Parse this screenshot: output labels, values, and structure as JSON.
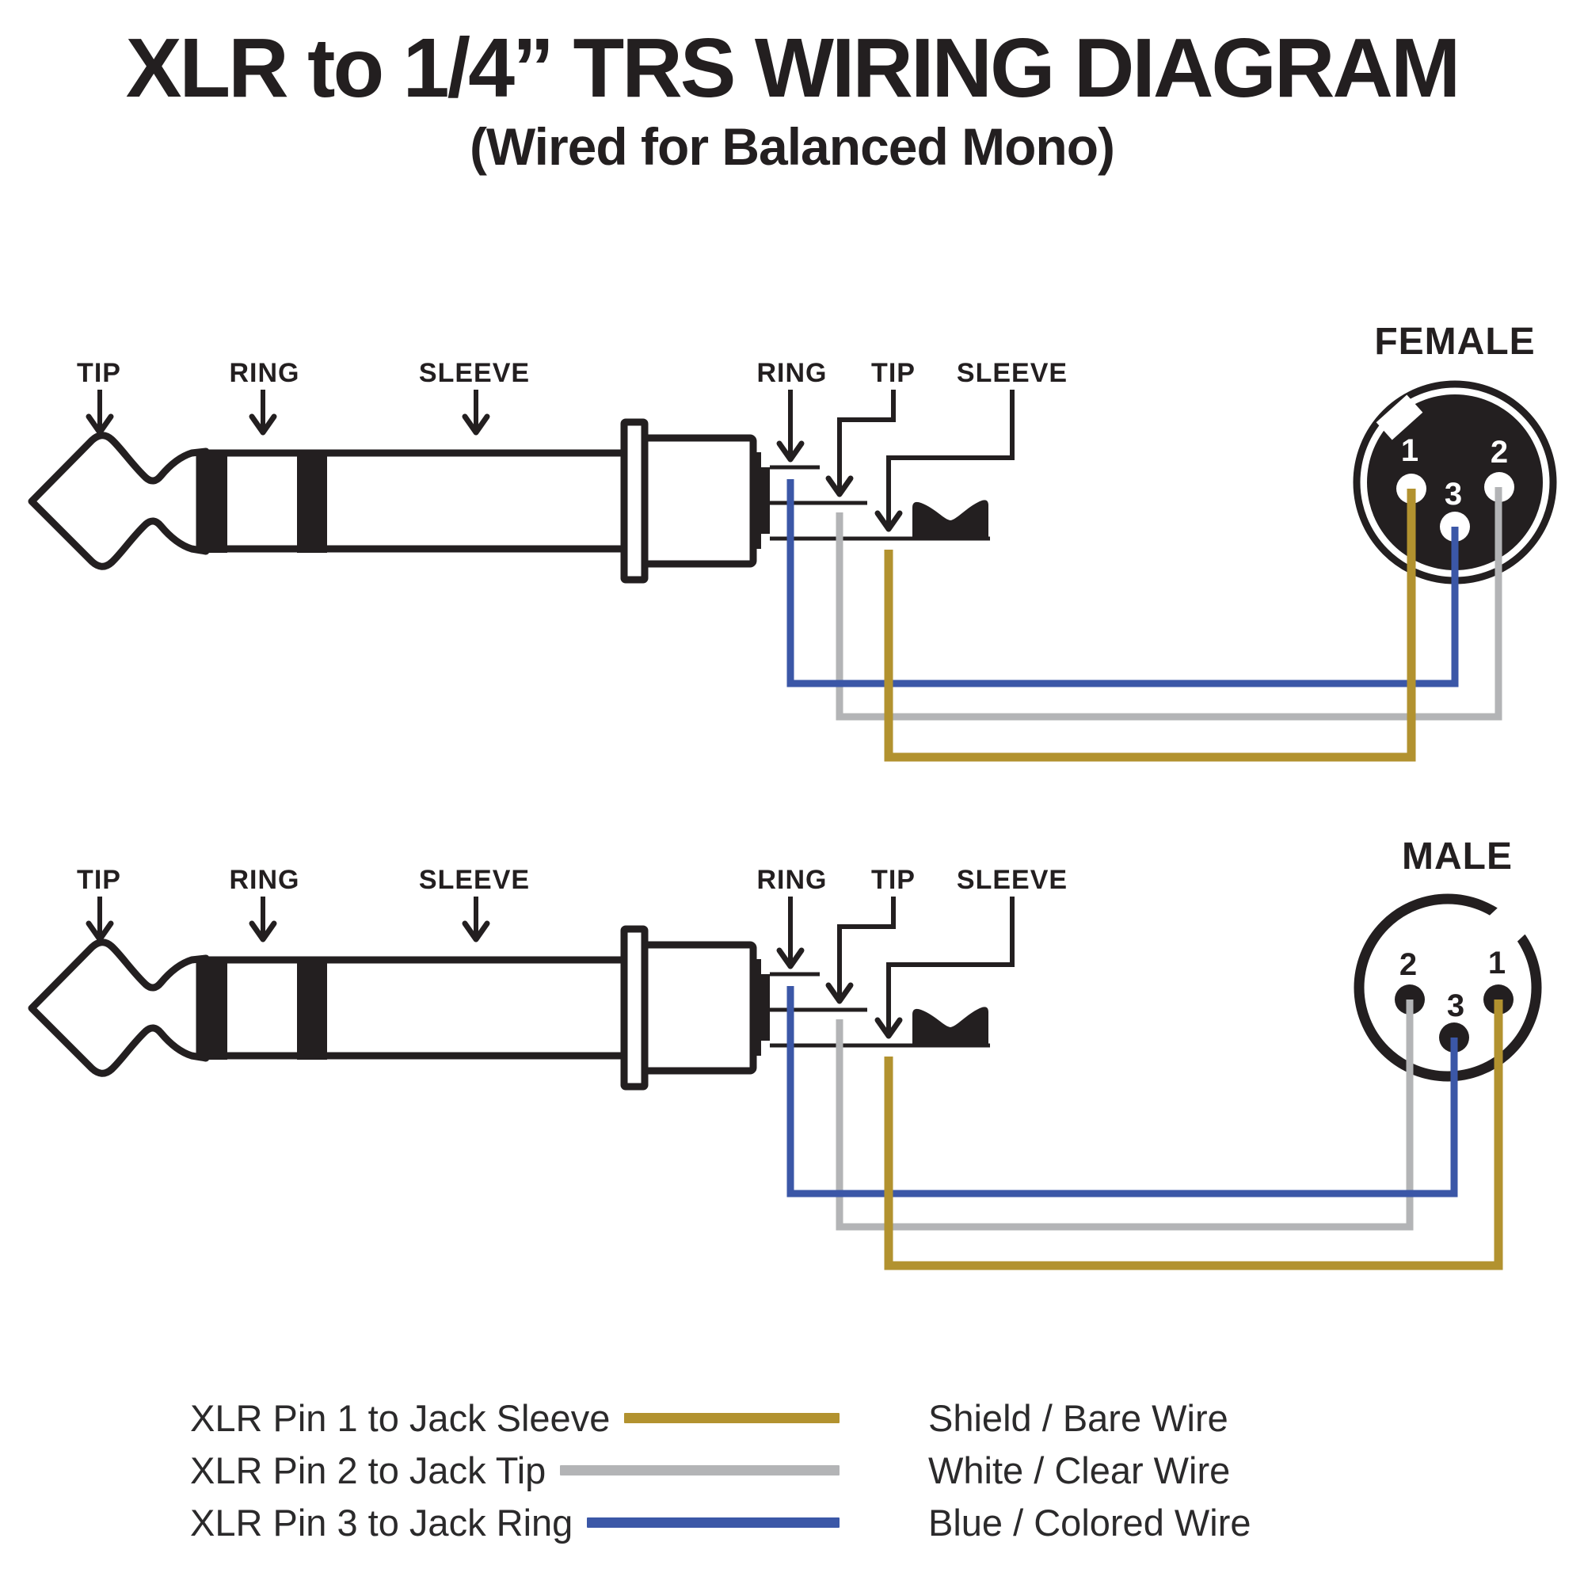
{
  "title": "XLR to 1/4” TRS WIRING DIAGRAM",
  "subtitle": "(Wired for Balanced Mono)",
  "trs_jack": {
    "tip_label": "TIP",
    "ring_label": "RING",
    "sleeve_label": "SLEEVE",
    "terminal_ring_label": "RING",
    "terminal_tip_label": "TIP",
    "terminal_sleeve_label": "SLEEVE"
  },
  "xlr": {
    "female_label": "FEMALE",
    "male_label": "MALE",
    "pin1": "1",
    "pin2": "2",
    "pin3": "3"
  },
  "colors": {
    "ink": "#231f20",
    "shield_wire": "#b2922f",
    "white_wire": "#b3b4b6",
    "blue_wire": "#3b57a7"
  },
  "legend": [
    {
      "label": "XLR Pin 1 to Jack Sleeve",
      "wire": "Shield / Bare Wire"
    },
    {
      "label": "XLR Pin 2 to Jack Tip",
      "wire": "White / Clear Wire"
    },
    {
      "label": "XLR Pin 3 to Jack Ring",
      "wire": "Blue / Colored Wire"
    }
  ]
}
